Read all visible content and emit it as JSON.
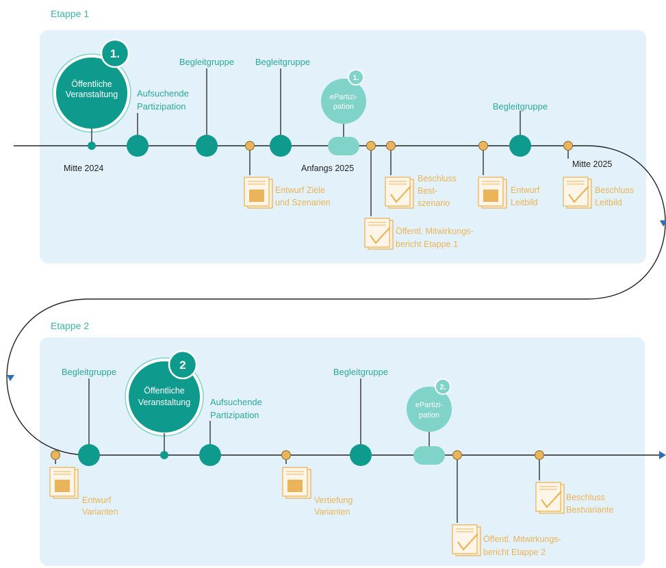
{
  "colors": {
    "panel": "#e3f1fa",
    "teal": "#0f9a8e",
    "teal_light": "#7fd3c9",
    "doc": "#e9b45a",
    "line": "#222222",
    "arrow": "#2c6fb5"
  },
  "stage1": {
    "title": "Etappe 1",
    "event": {
      "number": "1.",
      "line1": "Öffentliche",
      "line2": "Veranstaltung"
    },
    "outreach": {
      "line1": "Aufsuchende",
      "line2": "Partizipation"
    },
    "group1": "Begleitgruppe",
    "group2": "Begleitgruppe",
    "group3": "Begleitgruppe",
    "epart": {
      "number": "1.",
      "line1": "ePartizi-",
      "line2": "pation"
    },
    "date1": "Mitte 2024",
    "date2": "Anfangs 2025",
    "date3": "Mitte 2025",
    "doc_ziele": {
      "line1": "Entwurf Ziele",
      "line2": "und Szenarien"
    },
    "doc_bericht": {
      "line1": "Öffentl. Mitwirkungs-",
      "line2": "bericht Etappe 1"
    },
    "doc_beschluss_best": {
      "line1": "Beschluss",
      "line2": "Best-",
      "line3": "szenario"
    },
    "doc_leitbild": {
      "line1": "Entwurf",
      "line2": "Leitbild"
    },
    "doc_beschluss_leitbild": {
      "line1": "Beschluss",
      "line2": "Leitbild"
    }
  },
  "stage2": {
    "title": "Etappe 2",
    "group1": "Begleitgruppe",
    "event": {
      "number": "2",
      "line1": "Öffentliche",
      "line2": "Veranstaltung"
    },
    "outreach": {
      "line1": "Aufsuchende",
      "line2": "Partizipation"
    },
    "group2": "Begleitgruppe",
    "epart": {
      "number": "2.",
      "line1": "ePartizi-",
      "line2": "pation"
    },
    "doc_varianten": {
      "line1": "Entwurf",
      "line2": "Varianten"
    },
    "doc_vertiefung": {
      "line1": "Vertiefung",
      "line2": "Varianten"
    },
    "doc_bericht": {
      "line1": "Öffentl. Mitwirkungs-",
      "line2": "bericht Etappe 2"
    },
    "doc_beschluss": {
      "line1": "Beschluss",
      "line2": "Bestvariante"
    }
  }
}
